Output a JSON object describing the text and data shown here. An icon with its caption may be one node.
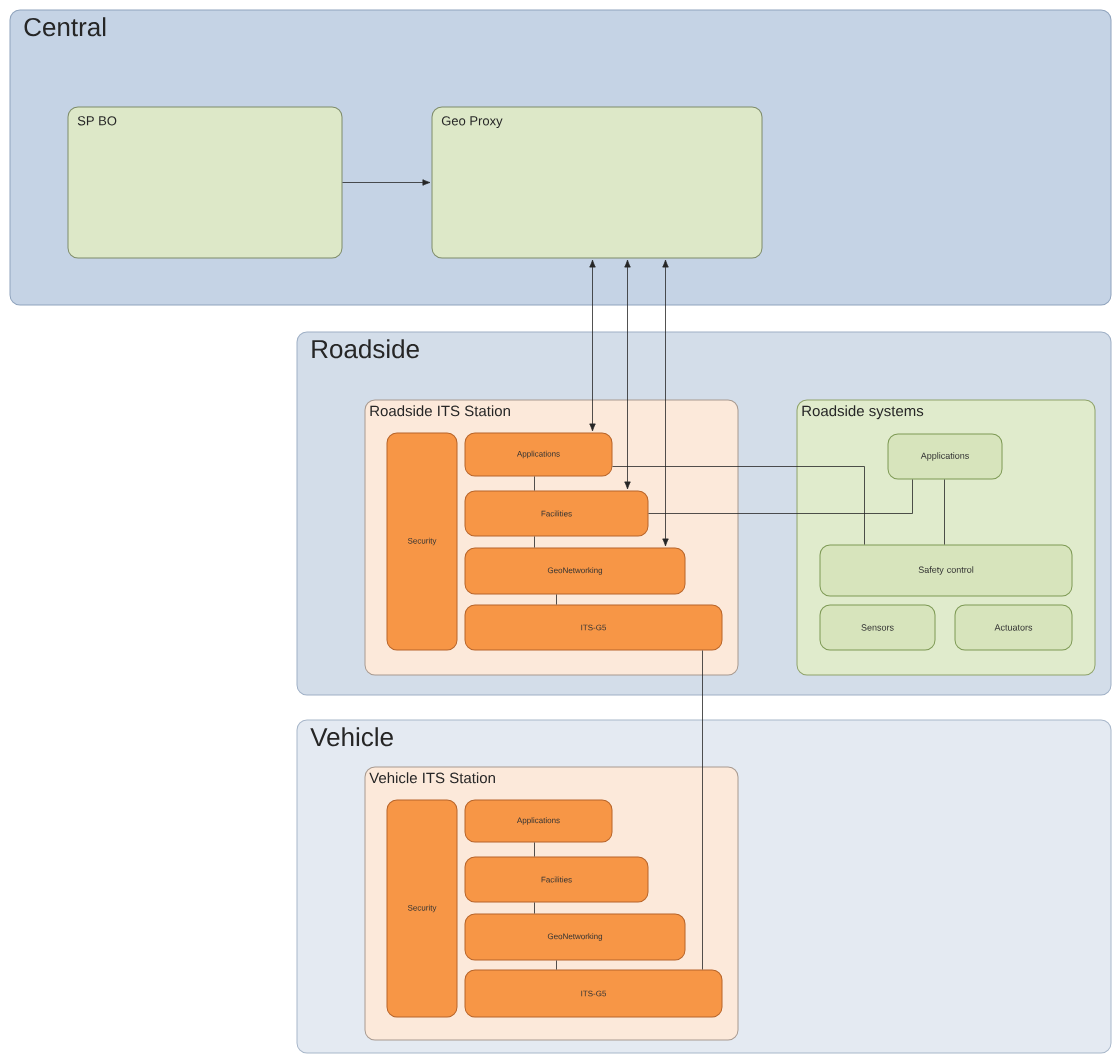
{
  "diagram": {
    "nodes": [
      {
        "text": [
          "Central"
        ]
      },
      {
        "text": [
          "SP BO"
        ],
        "in": 0
      },
      {
        "text": [
          "Geo Proxy"
        ],
        "in": 0
      },
      {
        "text": [
          "Roadside"
        ]
      },
      {
        "text": [
          "Roadside ITS Station"
        ],
        "in": 3
      },
      {
        "text": [
          "Security"
        ],
        "in": 4
      },
      {
        "text": [
          "Applications"
        ],
        "in": 4
      },
      {
        "text": [
          "Facilities"
        ],
        "in": 4
      },
      {
        "text": [
          "GeoNetworking"
        ],
        "in": 4
      },
      {
        "text": [
          "ITS-G5"
        ],
        "in": 4
      },
      {
        "text": [
          "Roadside systems"
        ],
        "in": 3
      },
      {
        "text": [
          "Applications"
        ],
        "in": 10
      },
      {
        "text": [
          "Safety control"
        ],
        "in": 10
      },
      {
        "text": [
          "Sensors"
        ],
        "in": 10
      },
      {
        "text": [
          "Actuators"
        ],
        "in": 10
      },
      {
        "text": [
          "Vehicle"
        ]
      },
      {
        "text": [
          "Vehicle ITS Station"
        ],
        "in": 15
      },
      {
        "text": [
          "Security"
        ],
        "in": 16
      },
      {
        "text": [
          "Applications"
        ],
        "in": 16
      },
      {
        "text": [
          "Facilities"
        ],
        "in": 16
      },
      {
        "text": [
          "GeoNetworking"
        ],
        "in": 16
      },
      {
        "text": [
          "ITS-G5"
        ],
        "in": 16
      }
    ],
    "edges": [
      {
        "from": 1,
        "to": 2,
        "arrow": "to"
      },
      {
        "from": 2,
        "to": 6,
        "arrow": "both"
      },
      {
        "from": 2,
        "to": 7,
        "arrow": "both"
      },
      {
        "from": 2,
        "to": 8,
        "arrow": "both"
      },
      {
        "from": 6,
        "to": 7,
        "arrow": "none"
      },
      {
        "from": 7,
        "to": 8,
        "arrow": "none"
      },
      {
        "from": 8,
        "to": 9,
        "arrow": "none"
      },
      {
        "from": 6,
        "to": 12,
        "arrow": "none"
      },
      {
        "from": 7,
        "to": 11,
        "arrow": "none"
      },
      {
        "from": 11,
        "to": 12,
        "arrow": "none"
      },
      {
        "from": 9,
        "to": 21,
        "arrow": "none"
      },
      {
        "from": 18,
        "to": 19,
        "arrow": "none"
      },
      {
        "from": 19,
        "to": 20,
        "arrow": "none"
      },
      {
        "from": 20,
        "to": 21,
        "arrow": "none"
      }
    ]
  }
}
